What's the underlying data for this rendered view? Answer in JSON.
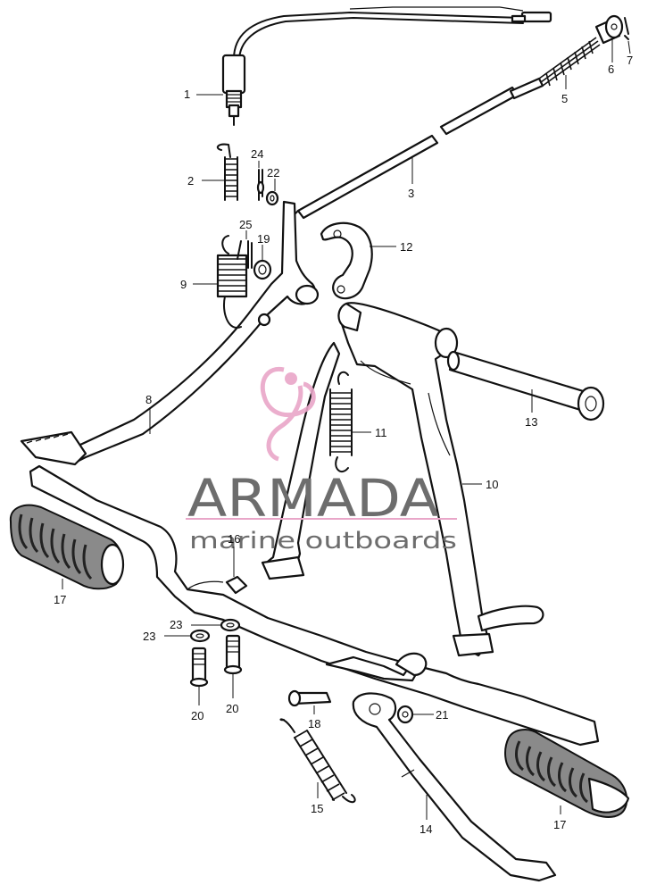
{
  "diagram": {
    "parts": [
      {
        "id": "part-1",
        "label": "1"
      },
      {
        "id": "part-2",
        "label": "2"
      },
      {
        "id": "part-3",
        "label": "3"
      },
      {
        "id": "part-5",
        "label": "5"
      },
      {
        "id": "part-6",
        "label": "6"
      },
      {
        "id": "part-7",
        "label": "7"
      },
      {
        "id": "part-8",
        "label": "8"
      },
      {
        "id": "part-9",
        "label": "9"
      },
      {
        "id": "part-10",
        "label": "10"
      },
      {
        "id": "part-11",
        "label": "11"
      },
      {
        "id": "part-12",
        "label": "12"
      },
      {
        "id": "part-13",
        "label": "13"
      },
      {
        "id": "part-14",
        "label": "14"
      },
      {
        "id": "part-15",
        "label": "15"
      },
      {
        "id": "part-16",
        "label": "16"
      },
      {
        "id": "part-17a",
        "label": "17"
      },
      {
        "id": "part-17b",
        "label": "17"
      },
      {
        "id": "part-18",
        "label": "18"
      },
      {
        "id": "part-19",
        "label": "19"
      },
      {
        "id": "part-20a",
        "label": "20"
      },
      {
        "id": "part-20b",
        "label": "20"
      },
      {
        "id": "part-21",
        "label": "21"
      },
      {
        "id": "part-22",
        "label": "22"
      },
      {
        "id": "part-23a",
        "label": "23"
      },
      {
        "id": "part-23b",
        "label": "23"
      },
      {
        "id": "part-24",
        "label": "24"
      },
      {
        "id": "part-25",
        "label": "25"
      }
    ]
  },
  "watermark": {
    "brand": "ARMADA",
    "tagline": "marine outboards",
    "logo_icon": "seahorse-logo-icon",
    "colors": {
      "text": "#6d6d6d",
      "accent": "#e9a6c8"
    }
  },
  "icons": {
    "logo": "seahorse-logo-icon"
  }
}
